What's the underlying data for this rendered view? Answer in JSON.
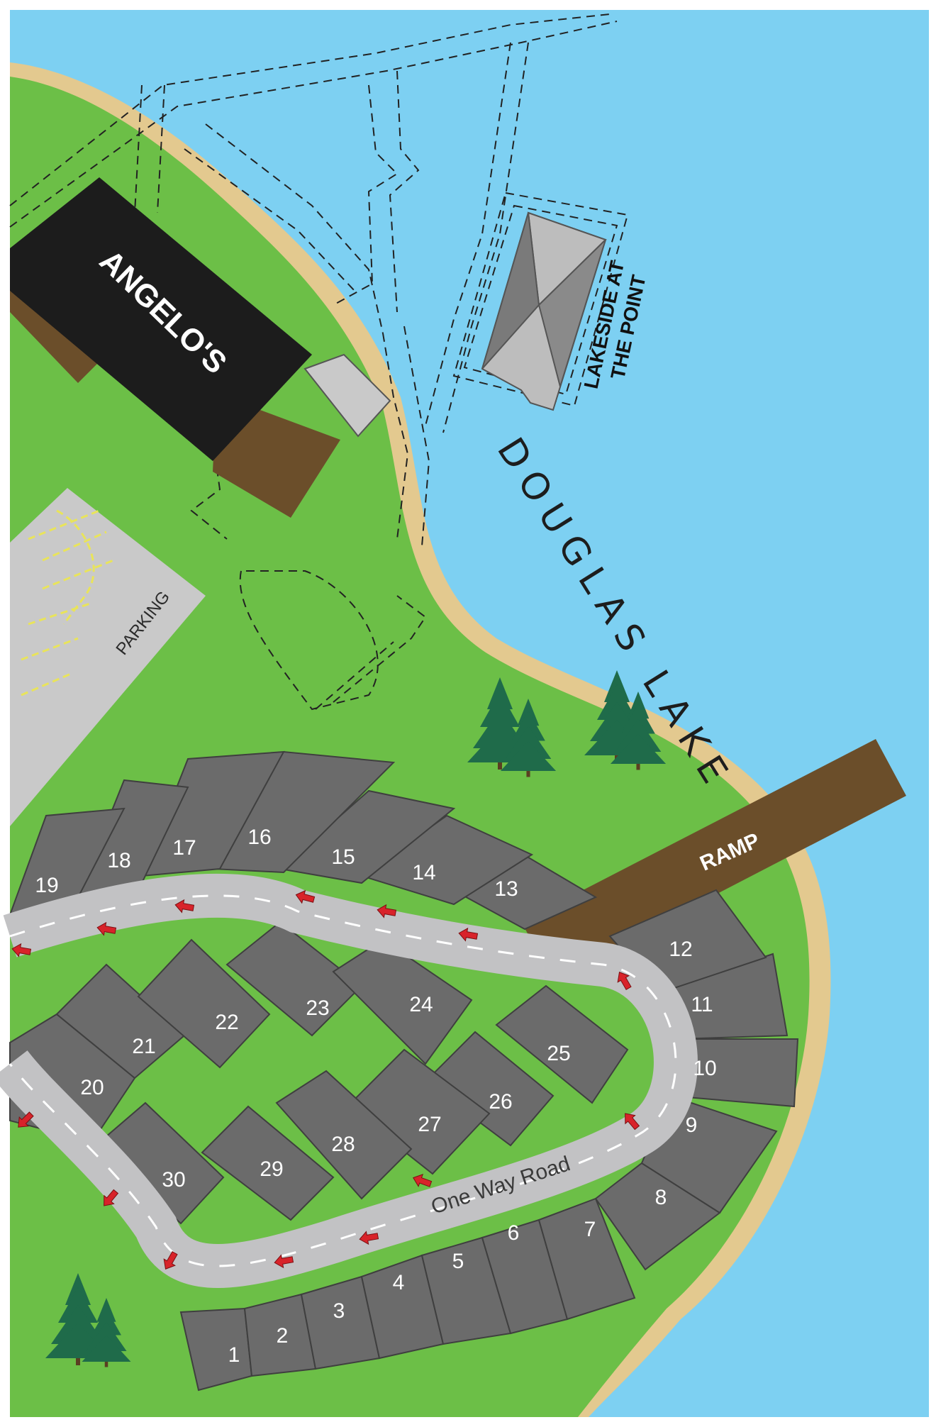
{
  "map": {
    "buildings": {
      "restaurant": "ANGELO'S",
      "dock": [
        "LAKESIDE AT",
        "THE POINT"
      ]
    },
    "lake": "DOUGLAS LAKE",
    "parking": "PARKING",
    "ramp": "RAMP",
    "road": "One Way Road",
    "sites": [
      "1",
      "2",
      "3",
      "4",
      "5",
      "6",
      "7",
      "8",
      "9",
      "10",
      "11",
      "12",
      "13",
      "14",
      "15",
      "16",
      "17",
      "18",
      "19",
      "20",
      "21",
      "22",
      "23",
      "24",
      "25",
      "26",
      "27",
      "28",
      "29",
      "30"
    ],
    "colors": {
      "water": "#7dd0f2",
      "grass": "#6cbf47",
      "beach": "#e3c98f",
      "site": "#6b6b6b",
      "road": "#c2c2c4",
      "arrow": "#d8232a",
      "ramp": "#6b4e2a",
      "restaurant": "#1c1c1c"
    }
  }
}
